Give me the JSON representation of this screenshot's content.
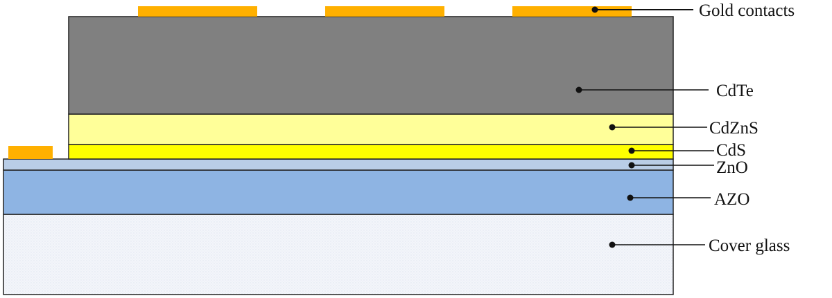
{
  "diagram": {
    "layers": [
      {
        "id": "gold",
        "label": "Gold contacts",
        "color": "#ffb000"
      },
      {
        "id": "cdte",
        "label": "CdTe",
        "color": "#808080"
      },
      {
        "id": "cdzns",
        "label": "CdZnS",
        "color": "#ffff99"
      },
      {
        "id": "cds",
        "label": "CdS",
        "color": "#ffff00"
      },
      {
        "id": "zno",
        "label": "ZnO",
        "color": "#b9cde6"
      },
      {
        "id": "azo",
        "label": "AZO",
        "color": "#8eb4e3"
      },
      {
        "id": "glass",
        "label": "Cover glass",
        "color": "#eef2f8"
      }
    ]
  }
}
